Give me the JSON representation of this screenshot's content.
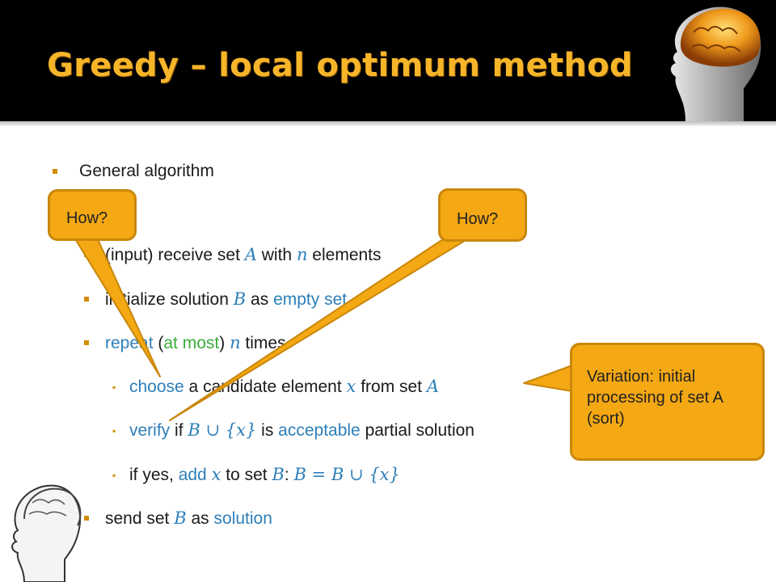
{
  "slide": {
    "title": "Greedy – local optimum method"
  },
  "content": {
    "heading": "General algorithm",
    "steps": {
      "input": [
        "(input) receive set ",
        "A",
        " with ",
        "n",
        " elements"
      ],
      "init": [
        "initialize solution ",
        "B",
        " as ",
        "empty set"
      ],
      "repeat": [
        "repeat",
        " (",
        "at most",
        ") ",
        "n",
        " times"
      ],
      "choose": [
        "choose",
        " a candidate element ",
        "x",
        " from set ",
        "A"
      ],
      "verify": [
        "verify",
        " if ",
        "B ∪ {x}",
        " is ",
        "acceptable",
        " partial solution"
      ],
      "add": [
        "if yes, ",
        "add",
        " ",
        "x",
        " to set ",
        "B",
        ": ",
        "B = B ∪ {x}"
      ],
      "send": [
        "send set ",
        "B",
        " as ",
        "solution"
      ]
    }
  },
  "callouts": {
    "how1": "How?",
    "how2": "How?",
    "variation": "Variation: initial processing of set A (sort)"
  },
  "colors": {
    "title": "#f7b52a",
    "keyword": "#2e7fb9",
    "highlight": "#3cad3c",
    "callout": "#f4a813",
    "bullet": "#d18c00"
  },
  "icons": [
    "brain-head-image",
    "profile-head-image"
  ]
}
